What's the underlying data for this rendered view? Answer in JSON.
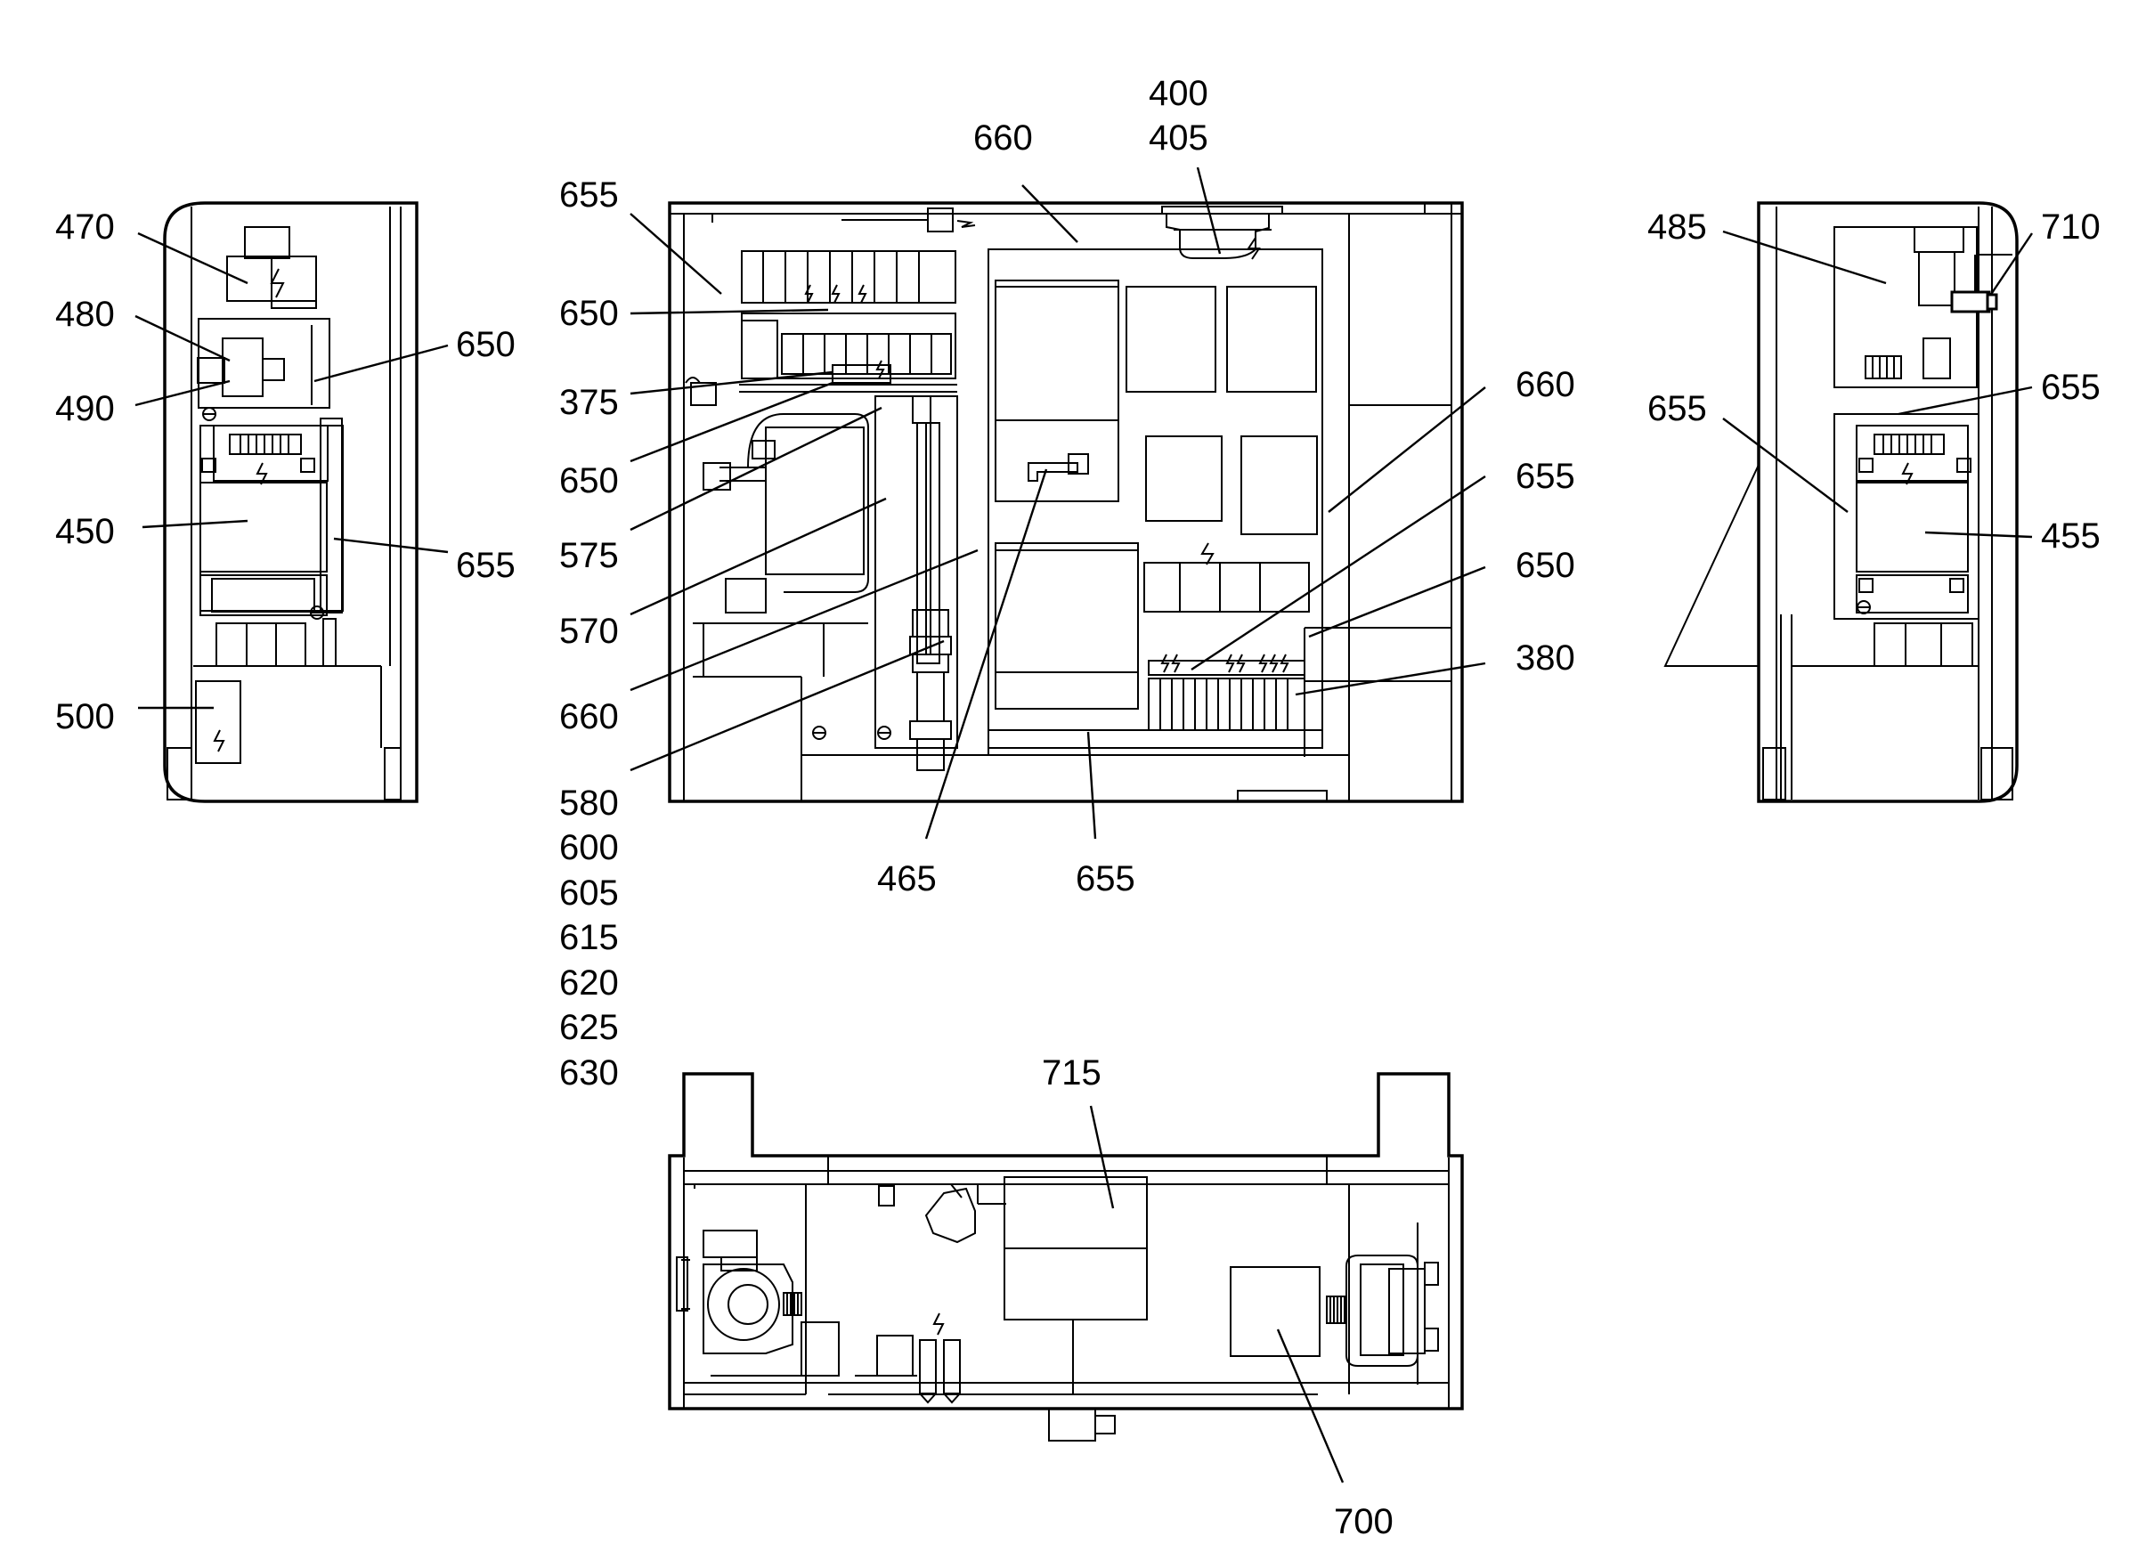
{
  "left_view": {
    "labels": {
      "l470": "470",
      "l480": "480",
      "l490": "490",
      "l450": "450",
      "l500": "500",
      "l650": "650",
      "l655": "655"
    }
  },
  "center_view": {
    "labels": {
      "l655a": "655",
      "l650a": "650",
      "l375": "375",
      "l650b": "650",
      "l575": "575",
      "l570": "570",
      "l660a": "660",
      "l580": "580",
      "l600": "600",
      "l605": "605",
      "l615": "615",
      "l620": "620",
      "l625": "625",
      "l630": "630",
      "l660top": "660",
      "l400": "400",
      "l405": "405",
      "l465": "465",
      "l655bot": "655",
      "l660r": "660",
      "l655r": "655",
      "l650r": "650",
      "l380": "380"
    }
  },
  "right_view": {
    "labels": {
      "l485": "485",
      "l710": "710",
      "l655a": "655",
      "l655b": "655",
      "l455": "455"
    }
  },
  "bottom_view": {
    "labels": {
      "l715": "715",
      "l700": "700"
    }
  }
}
